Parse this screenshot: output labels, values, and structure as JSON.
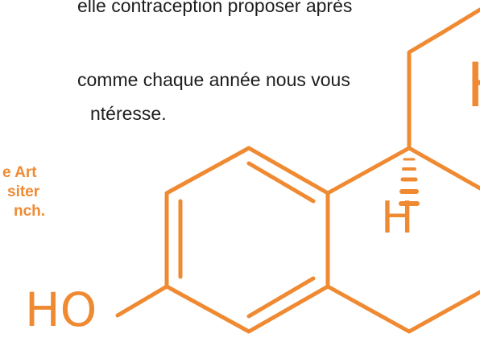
{
  "text": {
    "line1": "elle contraception proposer après",
    "line2a": "comme chaque année nous vous",
    "line2b": "ntéresse.",
    "callout": [
      "e Art",
      "siter",
      "nch."
    ]
  },
  "molecule": {
    "label_ho": "HO",
    "label_h_inner": "H",
    "label_h_edge": "H"
  },
  "colors": {
    "text": "#1e1e1e",
    "accent": "#f08a32"
  }
}
